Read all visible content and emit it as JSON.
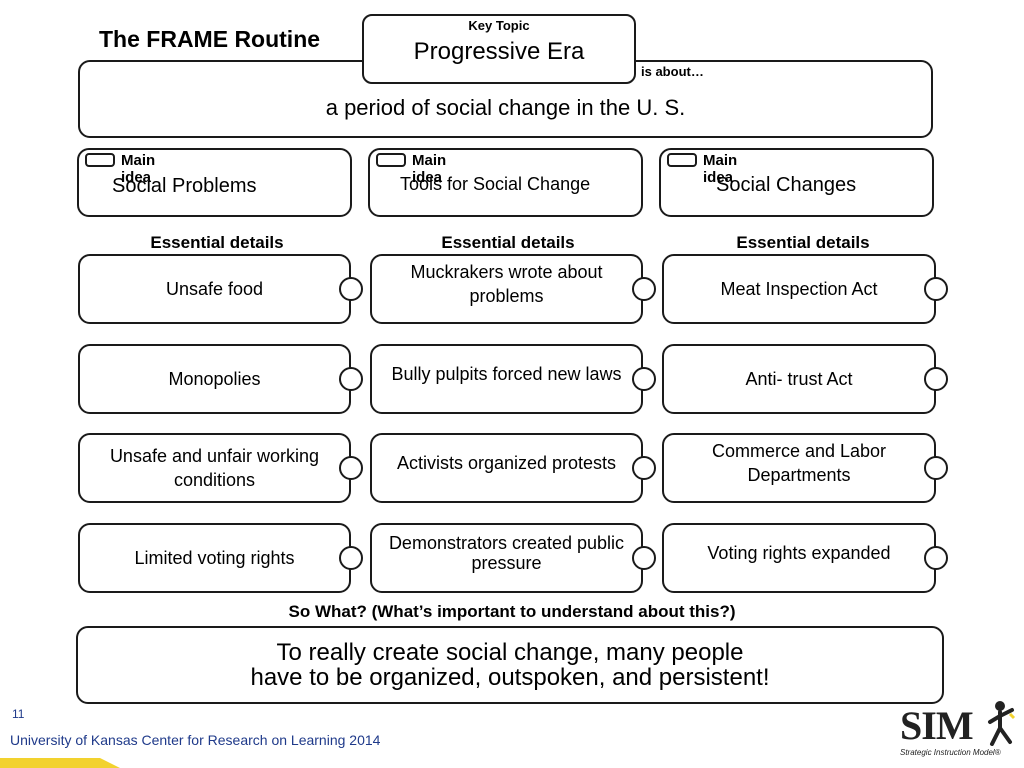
{
  "header": {
    "title": "The FRAME Routine"
  },
  "key_topic": {
    "label": "Key Topic",
    "value": "Progressive Era",
    "is_about": "is about…"
  },
  "about": "a period of social change in the U. S.",
  "main_idea_label": "Main idea",
  "main_ideas": [
    {
      "text": "Social Problems"
    },
    {
      "text": "Tools for Social Change"
    },
    {
      "text": "Social Changes"
    }
  ],
  "essential_details_label": "Essential details",
  "columns": [
    {
      "details": [
        "Unsafe food",
        "Monopolies",
        "Unsafe and unfair working conditions",
        "Limited voting rights"
      ]
    },
    {
      "details": [
        "Muckrakers wrote about problems",
        "Bully pulpits forced new laws",
        "Activists organized protests",
        "Demonstrators created public pressure"
      ]
    },
    {
      "details": [
        "Meat Inspection Act",
        "Anti- trust Act",
        "Commerce and Labor Departments",
        "Voting rights expanded"
      ]
    }
  ],
  "so_what": {
    "label": "So What? (What’s important to understand about this?)",
    "line1": "To really create social change, many people",
    "line2": "have to be organized, outspoken, and persistent!"
  },
  "footer": {
    "page_number": "11",
    "org": "University of Kansas Center for Research on Learning  2014",
    "logo_text": "SIM",
    "logo_tagline": "Strategic Instruction Model®"
  },
  "colors": {
    "border": "#1a1a1a",
    "footer_text": "#1f3a8a",
    "accent_corner": "#f2d22e"
  }
}
